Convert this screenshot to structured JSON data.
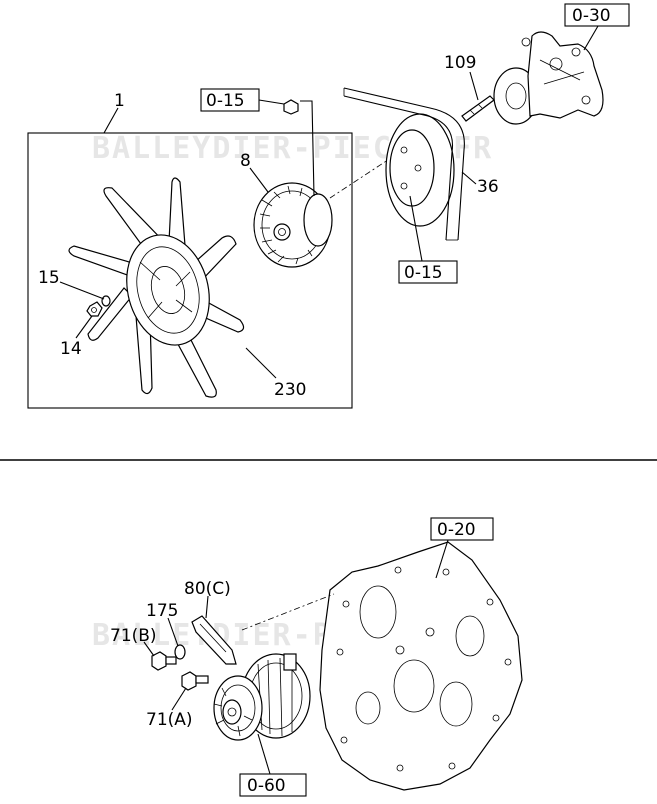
{
  "watermark": "BALLEYDIER-PIECES.FR",
  "top_section": {
    "callouts": [
      "1",
      "8",
      "109",
      "36",
      "15",
      "14",
      "230"
    ],
    "ref_boxes": [
      "0-30",
      "0-15",
      "0-15"
    ]
  },
  "bottom_section": {
    "callouts": [
      "80(C)",
      "175",
      "71(B)",
      "71(A)"
    ],
    "ref_boxes": [
      "0-20",
      "0-60"
    ]
  }
}
